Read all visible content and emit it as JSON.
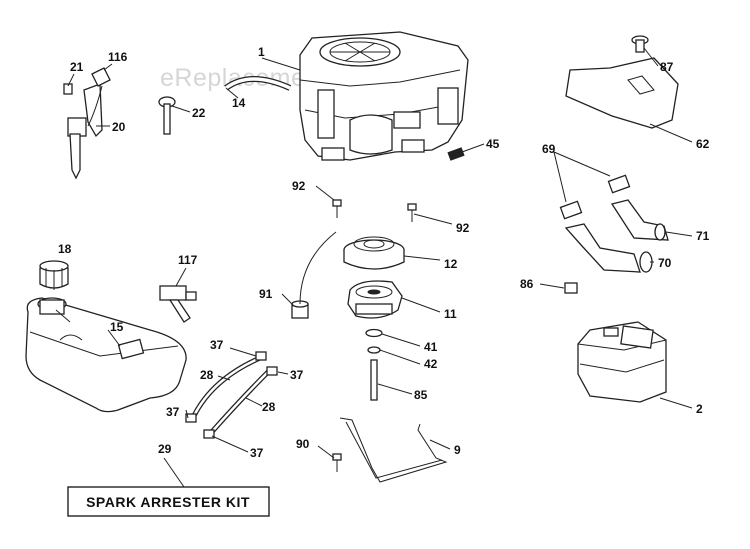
{
  "watermark": "eReplacementParts.com",
  "kit_label": "SPARK ARRESTER KIT",
  "callouts": {
    "engine": "1",
    "muffler": "2",
    "muffler_bracket": "9",
    "clutch": "11",
    "pulley": "12",
    "line": "14",
    "fuel_tank": "15",
    "fuel_cap": "18",
    "throttle_knob": "20",
    "throttle_bolt": "21",
    "choke_knob": "22",
    "fuel_hose_a": "28",
    "fuel_hose_b": "28",
    "kit": "29",
    "clamp_a": "37",
    "clamp_b": "37",
    "clamp_c": "37",
    "clamp_d": "37",
    "washer": "41",
    "lock_washer": "42",
    "spark_plug_boot": "45",
    "clutch_bolt": "85",
    "nut": "86",
    "heat_shield_screw": "87",
    "screw_90": "90",
    "bushing": "91",
    "bolt_a": "92",
    "bolt_b": "92",
    "heat_shield": "62",
    "gasket": "69",
    "exhaust_pipe_a": "70",
    "exhaust_pipe_b": "71",
    "throttle_cable": "116",
    "fuel_valve": "117"
  }
}
